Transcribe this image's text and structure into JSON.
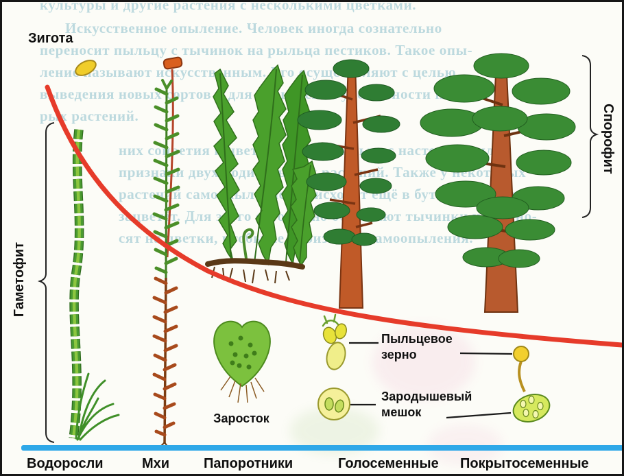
{
  "categories": [
    "Водоросли",
    "Мхи",
    "Папоротники",
    "Голосеменные",
    "Покрытосеменные"
  ],
  "labels": {
    "zygote": "Зигота",
    "gametophyte": "Гаметофит",
    "sporophyte": "Спорофит",
    "prothallium": "Заросток",
    "pollen_line1": "Пыльцевое",
    "pollen_line2": "зерно",
    "embryo_line1": "Зародышевый",
    "embryo_line2": "мешок"
  },
  "bleed_top": [
    "культуры и другие растения с несколькими цветками.",
    "Искусственное опыление. Человек иногда сознательно",
    "переносит пыльцу с тычинок на рыльца пестиков. Такое опы-",
    "ление называют искусственным. Его осуществляют с целью",
    "выведения новых сортов и для повышения урожайности некото-",
    "рых растений."
  ],
  "bleed_mid": [
    "них соцветия и цветки, чтобы пыльца с настоящих или",
    "признаки двух родительских растений. Также у некоторых",
    "растений самоопыление происходит ещё в бутоне, пока он не",
    "зацветёт. Для этого осторожно обрывают тычинки и перено-",
    "сят на цветки, чтобы не произошло самоопыления."
  ],
  "colors": {
    "curve_red": "#e63b2a",
    "baseline_blue": "#2fa8e8",
    "foliage_green": "#3a8c34",
    "trunk_brown": "#b85a2e",
    "algae_green": "#4a9a30",
    "pollen_yellow": "#f0e05a"
  }
}
